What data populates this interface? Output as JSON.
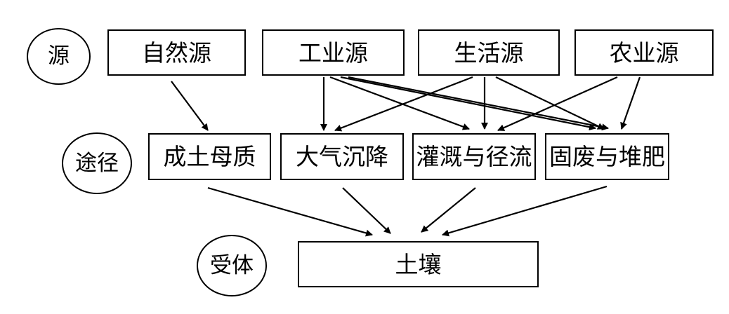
{
  "rows": {
    "source": {
      "label": "源"
    },
    "pathway": {
      "label": "途径"
    },
    "receptor": {
      "label": "受体"
    }
  },
  "sources": {
    "natural": "自然源",
    "industrial": "工业源",
    "domestic": "生活源",
    "agricultural": "农业源"
  },
  "pathways": {
    "parent_material": "成土母质",
    "atmospheric_deposition": "大气沉降",
    "irrigation_runoff": "灌溉与径流",
    "solid_waste_manure": "固废与堆肥"
  },
  "receptor": {
    "soil": "土壤"
  }
}
